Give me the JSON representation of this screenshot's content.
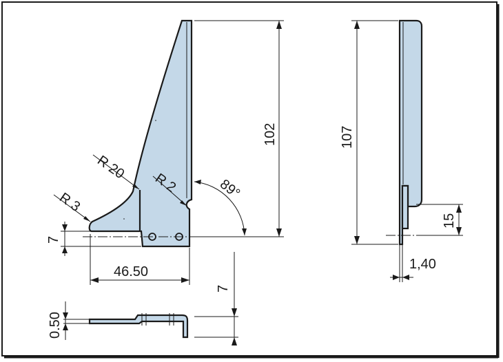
{
  "drawing": {
    "colors": {
      "part_fill": "#c4d8e8",
      "line": "#1a1a1a",
      "frame": "#1a1a1a",
      "background": "#ffffff"
    },
    "front_view": {
      "radius_large": "R 20",
      "radius_small_left": "R 3",
      "radius_small_notch": "R 2",
      "angle": "89°",
      "height": "102",
      "base_height": "7",
      "base_length": "46.50"
    },
    "bottom_view": {
      "thickness": "0.50",
      "flange_height": "7"
    },
    "side_view": {
      "height": "107",
      "bottom_offset": "15",
      "material_thickness": "1,40"
    }
  }
}
